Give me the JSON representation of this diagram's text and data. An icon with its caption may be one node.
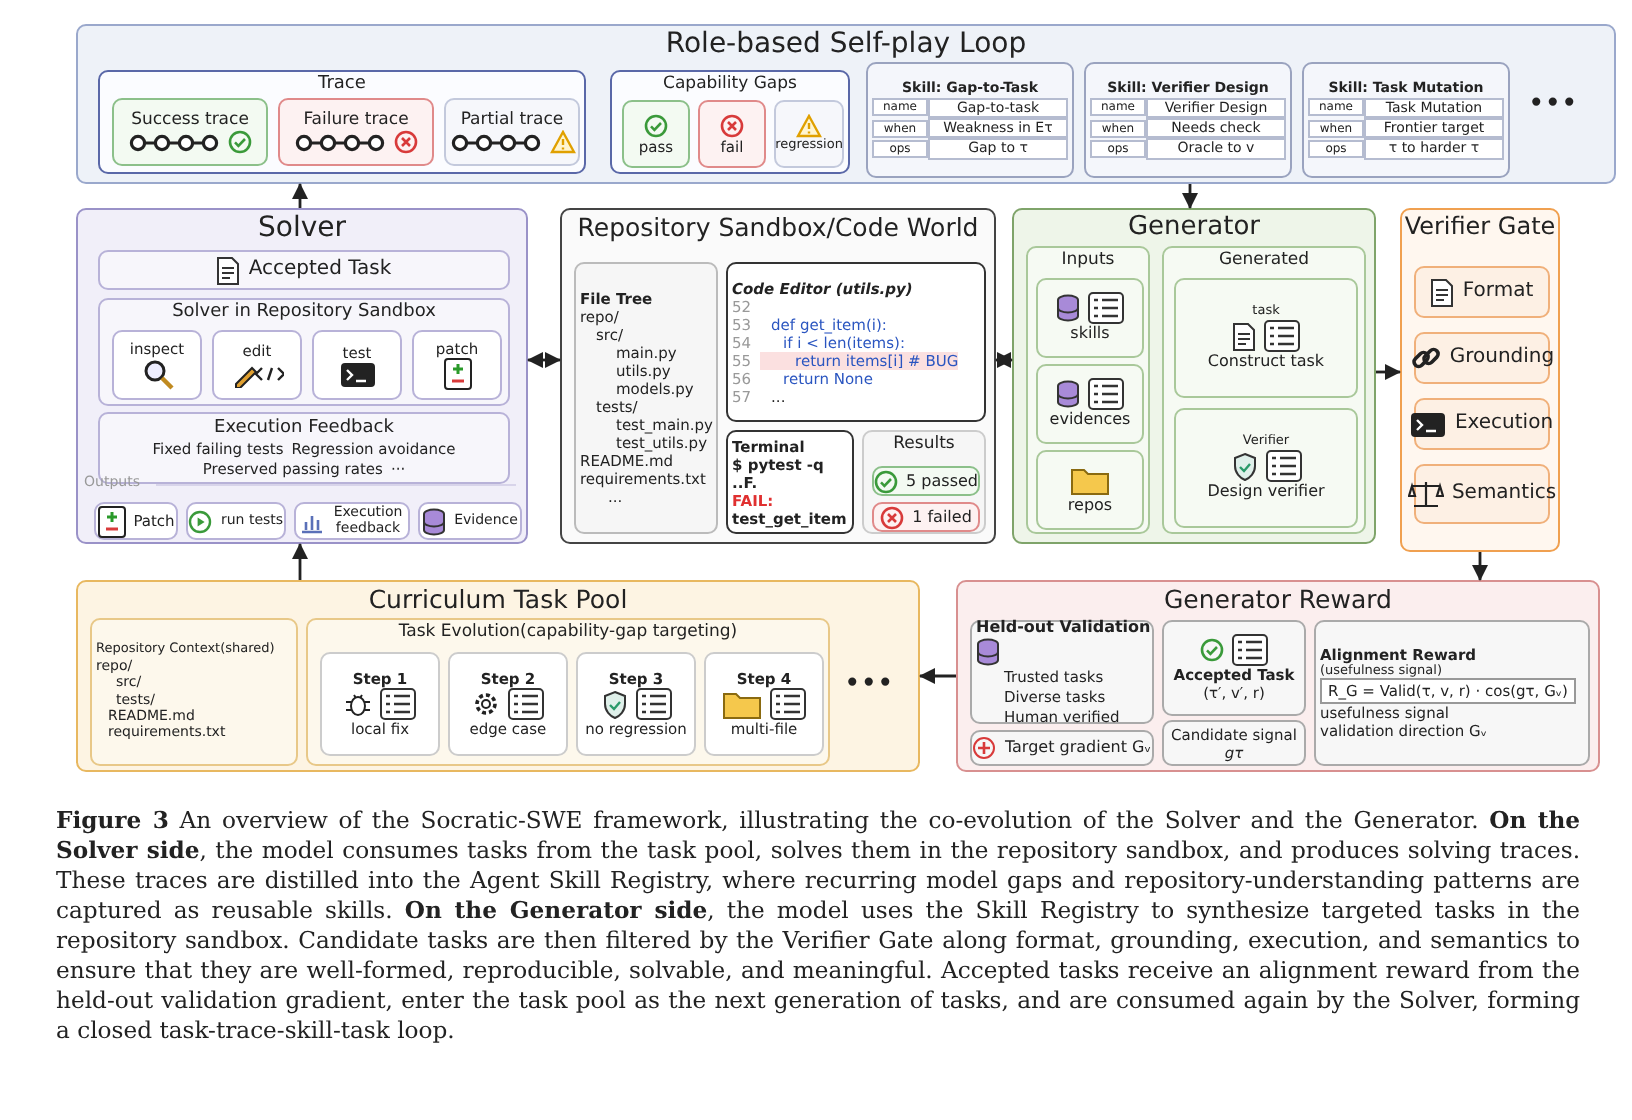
{
  "diagram": {
    "caption": "**Figure 3** An overview of the Socratic-SWE framework, illustrating the co-evolution of the Solver and the Generator. **On the Solver side**, the model consumes tasks from the task pool, solves them in the repository sandbox, and produces solving traces. These traces are distilled into the Agent Skill Registry, where recurring model gaps and repository-understanding patterns are captured as reusable skills. **On the Generator side**, the model uses the Skill Registry to synthesize targeted tasks in the repository sandbox. Candidate tasks are then filtered by the Verifier Gate along format, grounding, execution, and semantics to ensure that they are well-formed, reproducible, solvable, and meaningful. Accepted tasks receive an alignment reward from the held-out validation gradient, enter the task pool as the next generation of tasks, and are consumed again by the Solver, forming a closed task-trace-skill-task loop.",
    "nodes": [
      {
        "text": [
          "Role-based Self-play Loop"
        ]
      },
      {
        "text": [
          "Trace"
        ],
        "in": 0
      },
      {
        "text": [
          "Success trace"
        ],
        "in": 1
      },
      {
        "text": [
          "Failure trace"
        ],
        "in": 1
      },
      {
        "text": [
          "Partial trace"
        ],
        "in": 1
      },
      {
        "text": [
          "Capability Gaps"
        ],
        "in": 0
      },
      {
        "text": [
          "pass"
        ],
        "in": 5
      },
      {
        "text": [
          "fail"
        ],
        "in": 5
      },
      {
        "text": [
          "regression"
        ],
        "in": 5
      },
      {
        "text": [
          "Skill: Gap-to-Task",
          "name",
          "Gap-to-task",
          "when",
          "Weakness in Eτ",
          "ops",
          "Gap to τ"
        ],
        "in": 0
      },
      {
        "text": [
          "Skill: Verifier Design",
          "name",
          "Verifier Design",
          "when",
          "Needs check",
          "ops",
          "Oracle to v"
        ],
        "in": 0
      },
      {
        "text": [
          "Skill: Task Mutation",
          "name",
          "Task Mutation",
          "when",
          "Frontier target",
          "ops",
          "τ to harder τ"
        ],
        "in": 0
      },
      {
        "text": [
          "Solver"
        ]
      },
      {
        "text": [
          "Accepted Task"
        ],
        "in": 12
      },
      {
        "text": [
          "Solver in Repository Sandbox"
        ],
        "in": 12
      },
      {
        "text": [
          "inspect"
        ],
        "in": 14
      },
      {
        "text": [
          "edit"
        ],
        "in": 14
      },
      {
        "text": [
          "test"
        ],
        "in": 14
      },
      {
        "text": [
          "patch"
        ],
        "in": 14
      },
      {
        "text": [
          "Execution Feedback",
          "Fixed failing tests",
          "Regression avoidance",
          "Preserved passing rates",
          "···"
        ],
        "in": 12
      },
      {
        "text": [
          "Patch"
        ],
        "in": 12
      },
      {
        "text": [
          "run tests"
        ],
        "in": 12
      },
      {
        "text": [
          "Execution feedback"
        ],
        "in": 12
      },
      {
        "text": [
          "Evidence"
        ],
        "in": 12
      },
      {
        "text": [
          "Repository Sandbox/Code World"
        ]
      },
      {
        "text": [
          "File Tree",
          "repo/",
          "src/",
          "main.py",
          "utils.py",
          "models.py",
          "tests/",
          "test_main.py",
          "test_utils.py",
          "README.md",
          "requirements.txt",
          "..."
        ],
        "in": 24
      },
      {
        "text": [
          "Code Editor (utils.py)",
          "52",
          "53",
          "def get_item(i):",
          "54",
          "if i < len(items):",
          "55",
          "return items[i] # BUG",
          "56",
          "return None",
          "57",
          "..."
        ],
        "in": 24
      },
      {
        "text": [
          "Terminal",
          "$ pytest -q",
          "..F.",
          "FAIL:",
          "test_get_item"
        ],
        "in": 24
      },
      {
        "text": [
          "Results"
        ],
        "in": 24
      },
      {
        "text": [
          "5 passed"
        ],
        "in": 28
      },
      {
        "text": [
          "1 failed"
        ],
        "in": 28
      },
      {
        "text": [
          "Generator"
        ]
      },
      {
        "text": [
          "Inputs"
        ],
        "in": 31
      },
      {
        "text": [
          "skills"
        ],
        "in": 32
      },
      {
        "text": [
          "evidences"
        ],
        "in": 32
      },
      {
        "text": [
          "repos"
        ],
        "in": 32
      },
      {
        "text": [
          "Generated"
        ],
        "in": 31
      },
      {
        "text": [
          "task",
          "Construct task"
        ],
        "in": 36
      },
      {
        "text": [
          "Verifier",
          "Design verifier"
        ],
        "in": 36
      },
      {
        "text": [
          "Verifier Gate"
        ]
      },
      {
        "text": [
          "Format"
        ],
        "in": 39
      },
      {
        "text": [
          "Grounding"
        ],
        "in": 39
      },
      {
        "text": [
          "Execution"
        ],
        "in": 39
      },
      {
        "text": [
          "Semantics"
        ],
        "in": 39
      },
      {
        "text": [
          "Curriculum Task Pool"
        ]
      },
      {
        "text": [
          "Repository Context(shared)",
          "repo/",
          "src/",
          "tests/",
          "README.md",
          "requirements.txt"
        ],
        "in": 44
      },
      {
        "text": [
          "Task Evolution(capability-gap targeting)"
        ],
        "in": 44
      },
      {
        "text": [
          "Step 1",
          "local fix"
        ],
        "in": 46
      },
      {
        "text": [
          "Step 2",
          "edge case"
        ],
        "in": 46
      },
      {
        "text": [
          "Step 3",
          "no regression"
        ],
        "in": 46
      },
      {
        "text": [
          "Step 4",
          "multi-file"
        ],
        "in": 46
      },
      {
        "text": [
          "Generator Reward"
        ]
      },
      {
        "text": [
          "Held-out Validation",
          "Trusted tasks",
          "Diverse tasks",
          "Human verified"
        ],
        "in": 51
      },
      {
        "text": [
          "Target gradient Gᵥ"
        ],
        "in": 51
      },
      {
        "text": [
          "Accepted Task",
          "(τ′, v′, r)"
        ],
        "in": 51
      },
      {
        "text": [
          "Candidate signal",
          "gτ"
        ],
        "in": 51
      },
      {
        "text": [
          "Alignment Reward",
          "(usefulness signal)",
          "R_G = Valid(τ, v, r) · cos(gτ, Gᵥ)",
          "usefulness signal",
          "validation direction Gᵥ"
        ],
        "in": 51
      }
    ],
    "edges": [
      {
        "from": 12,
        "to": 0,
        "arrow": "to"
      },
      {
        "from": 0,
        "to": 31,
        "arrow": "to"
      },
      {
        "from": 12,
        "to": 24,
        "arrow": "both"
      },
      {
        "from": 24,
        "to": 31,
        "arrow": "both"
      },
      {
        "from": 31,
        "to": 39,
        "arrow": "to"
      },
      {
        "from": 39,
        "to": 51,
        "arrow": "to"
      },
      {
        "from": 51,
        "to": 44,
        "arrow": "to"
      },
      {
        "from": 44,
        "to": 12,
        "arrow": "to"
      }
    ],
    "labels": [
      "•••",
      "Outputs",
      "•••"
    ]
  }
}
